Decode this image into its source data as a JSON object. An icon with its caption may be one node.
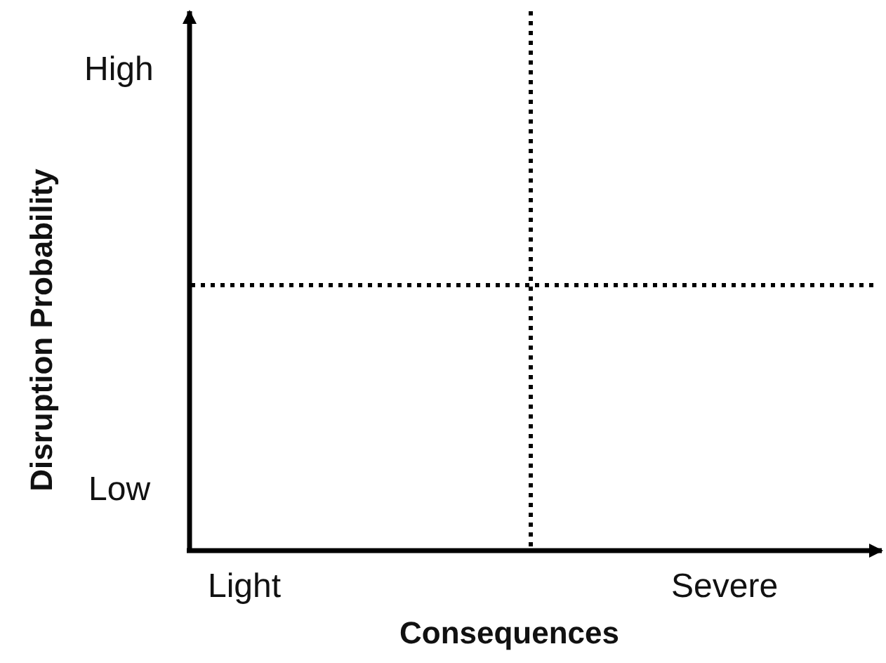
{
  "diagram": {
    "labels": [
      "High",
      "Disruption Probability",
      "Low",
      "Light",
      "Severe",
      "Consequences"
    ]
  }
}
